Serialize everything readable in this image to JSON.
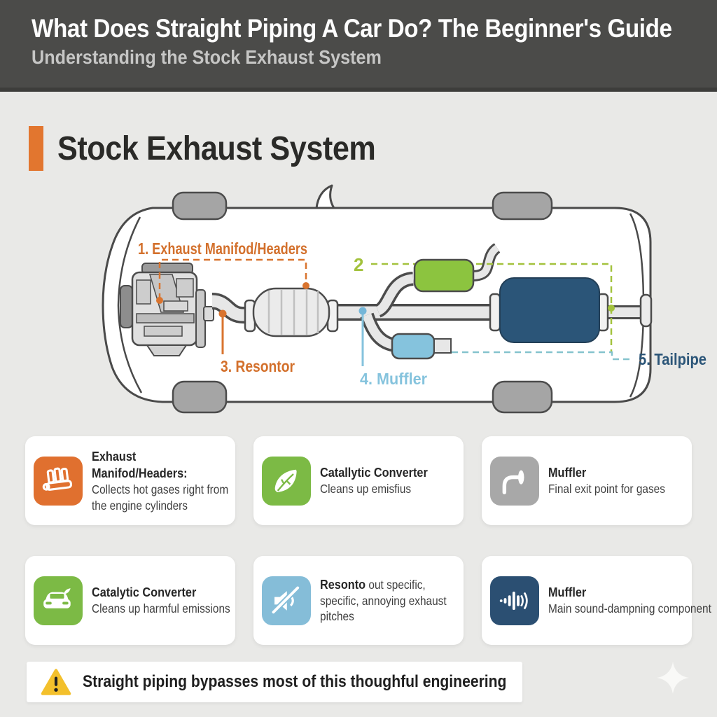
{
  "palette": {
    "header_bg": "#4b4b49",
    "page_bg": "#e9e9e7",
    "accent_orange": "#e2762f",
    "label_orange": "#d3702c",
    "component_green": "#8cc43f",
    "label_green": "#a3c23d",
    "icon_green": "#7cba45",
    "component_light_blue": "#85c3dd",
    "component_navy": "#2b5578",
    "icon_navy": "#2b4f72",
    "icon_gray": "#a8a8a8",
    "icon_orange": "#e0702f",
    "icon_light_blue": "#85bdd8",
    "warning_yellow": "#f3c02c"
  },
  "header": {
    "title": "What Does Straight Piping A Car Do? The Beginner's Guide",
    "subtitle": "Understanding the Stock Exhaust System"
  },
  "section": {
    "title": "Stock Exhaust System"
  },
  "diagram": {
    "labels": [
      "1. Exhaust Manifod/Headers",
      "2",
      "3. Resontor",
      "4. Muffler",
      "5. Tailpipe"
    ]
  },
  "cards": [
    {
      "title": "Exhaust Manifod/Headers:",
      "body": "Collects hot gases right from the engine cylinders",
      "icon": "exhaust-manifold-icon",
      "icon_bg": "#e0702f"
    },
    {
      "title": "Catallytic Converter",
      "body": "Cleans up emisfius",
      "icon": "leaf-icon",
      "icon_bg": "#7cba45"
    },
    {
      "title": "Muffler",
      "body": "Final exit point for gases",
      "icon": "exhaust-pipe-icon",
      "icon_bg": "#a8a8a8"
    },
    {
      "title": "Catalytic Converter",
      "body": "Cleans up harmful emissions",
      "icon": "eco-car-icon",
      "icon_bg": "#7cba45"
    },
    {
      "title": "Resonto",
      "body": " out specific, specific, annoying exhaust pitches",
      "icon": "mute-speaker-icon",
      "icon_bg": "#85bdd8"
    },
    {
      "title": "Muffler",
      "body": "Main sound-dampning component",
      "icon": "sound-wave-icon",
      "icon_bg": "#2b4f72"
    }
  ],
  "warning": {
    "text": "Straight piping bypasses most of this thoughful engineering"
  }
}
